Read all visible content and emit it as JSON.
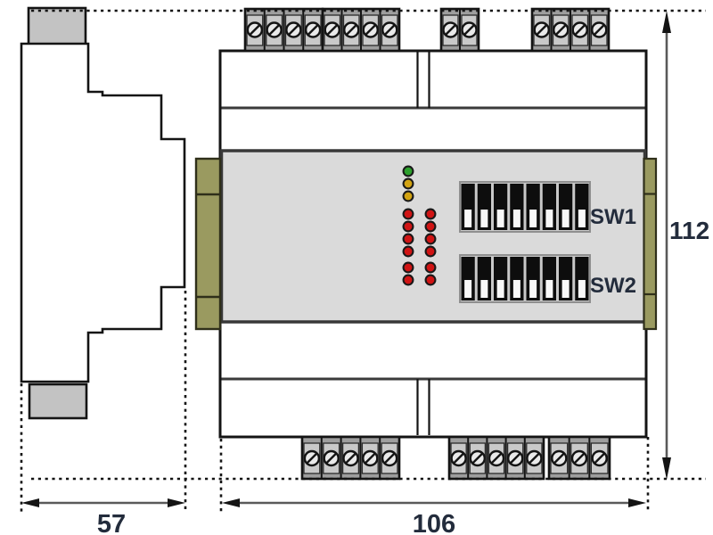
{
  "dimension_labels": {
    "side_width": "57",
    "front_width": "106",
    "height": "112"
  },
  "dip_switch_banks": [
    {
      "label": "SW1",
      "positions": 8
    },
    {
      "label": "SW2",
      "positions": 8
    }
  ],
  "terminal_blocks": {
    "top": [
      {
        "name": "top-left-a",
        "terminals": 4
      },
      {
        "name": "top-left-b",
        "terminals": 4
      },
      {
        "name": "top-middle",
        "terminals": 2
      },
      {
        "name": "top-right",
        "terminals": 4
      }
    ],
    "bottom": [
      {
        "name": "bottom-left",
        "terminals": 5
      },
      {
        "name": "bottom-middle",
        "terminals": 5
      },
      {
        "name": "bottom-right",
        "terminals": 3
      }
    ]
  },
  "leds": {
    "column_left": [
      "green",
      "yellow",
      "yellow",
      "red",
      "red",
      "red",
      "red",
      "red",
      "red"
    ],
    "column_right": [
      "red",
      "red",
      "red",
      "red",
      "red",
      "red"
    ]
  },
  "led_colors": {
    "green": "#2da02d",
    "yellow": "#d2a312",
    "red": "#d01414"
  },
  "colors": {
    "panel_gray": "#dadada",
    "connector_olive": "#9a9a60",
    "connector_olive_border": "#2f2f1a",
    "clamp_gray": "#c3c3c3",
    "terminal_frame": "#9e9e9e",
    "terminal_cell": "#c9c9c9",
    "screw_face": "#e9e9e9",
    "dip_frame": "#c8c8c8",
    "dip_black": "#0d0d0d",
    "dip_slider": "#f8f8f8",
    "outline_black": "#141414",
    "line_gray": "#3a3a3a",
    "dim_line": "#5a5a5a",
    "label_text": "#232c3c"
  }
}
